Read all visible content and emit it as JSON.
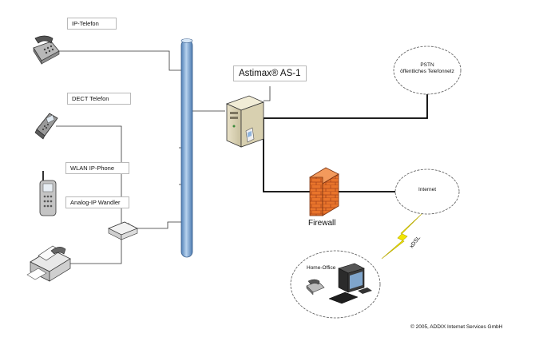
{
  "labels": {
    "ip_telefon": "IP-Telefon",
    "dect_telefon": "DECT Telefon",
    "wlan_phone": "WLAN IP-Phone",
    "analog_wandler": "Analog-IP Wandler",
    "server": "Astimax® AS-1",
    "pstn_line1": "PSTN",
    "pstn_line2": "öffentliches Telefonnetz",
    "internet": "Internet",
    "firewall": "Firewall",
    "xdsl": "xDSL",
    "home_office": "Home-Office",
    "copyright": "© 2005, ADDIX Internet Services GmbH"
  },
  "icons": {
    "desk_phone": "desk-phone-icon",
    "dect_phone": "dect-phone-icon",
    "wlan_phone": "wlan-phone-icon",
    "adapter": "analog-adapter-icon",
    "fax": "fax-machine-icon",
    "backbone": "network-backbone",
    "server": "server-tower-icon",
    "firewall": "firewall-brick-icon",
    "pc": "computer-icon",
    "lightning": "lightning-bolt-icon"
  },
  "colors": {
    "backbone": "#8fb4dc",
    "firewall": "#e8742b",
    "lightning": "#f2e600",
    "lines": "#000000"
  }
}
